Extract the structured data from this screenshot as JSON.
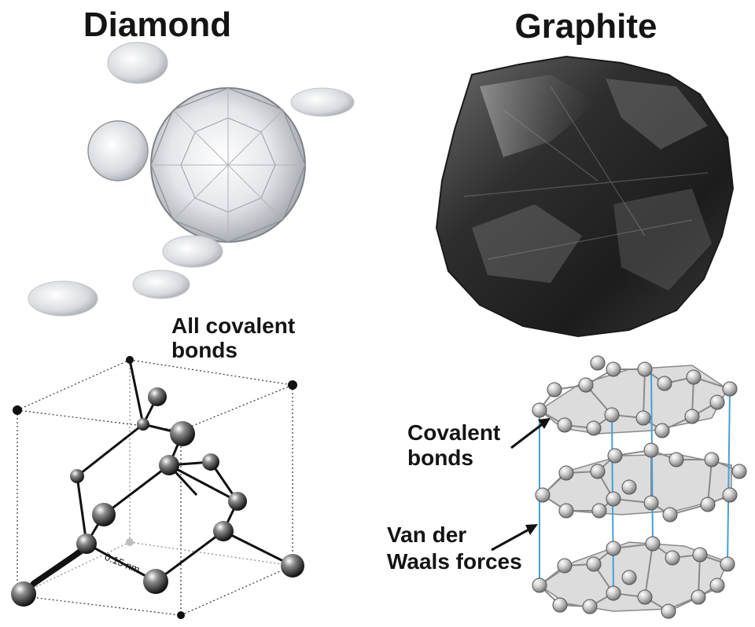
{
  "diamond": {
    "title": "Diamond",
    "annotation_lines": [
      "All covalent",
      "bonds"
    ],
    "bond_length": "0.15 nm"
  },
  "graphite": {
    "title": "Graphite",
    "covalent_label_lines": [
      "Covalent",
      "bonds"
    ],
    "vdw_label_lines": [
      "Van der",
      "Waals forces"
    ]
  },
  "colors": {
    "text": "#141414",
    "vdw_line": "#4a9fd4",
    "layer_fill": "#dcdcdc",
    "atom": "#9a9a9a"
  }
}
